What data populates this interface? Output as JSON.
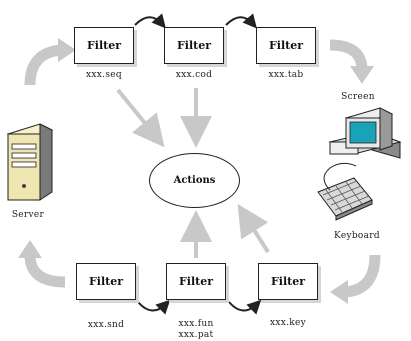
{
  "diagram": {
    "center": {
      "label": "Actions"
    },
    "filters_top": [
      {
        "title": "Filter",
        "caption": "xxx.seq"
      },
      {
        "title": "Filter",
        "caption": "xxx.cod"
      },
      {
        "title": "Filter",
        "caption": "xxx.tab"
      }
    ],
    "filters_bottom": [
      {
        "title": "Filter",
        "caption": "xxx.snd"
      },
      {
        "title": "Filter",
        "caption": "xxx.fun",
        "caption2": "xxx.pat"
      },
      {
        "title": "Filter",
        "caption": "xxx.key"
      }
    ],
    "devices": {
      "server": "Server",
      "screen": "Screen",
      "keyboard": "Keyboard"
    },
    "colors": {
      "arrow_gray": "#c8c8c8",
      "monitor_teal": "#1aa3b8",
      "server_cream": "#efe6b2",
      "outline": "#222222"
    }
  }
}
